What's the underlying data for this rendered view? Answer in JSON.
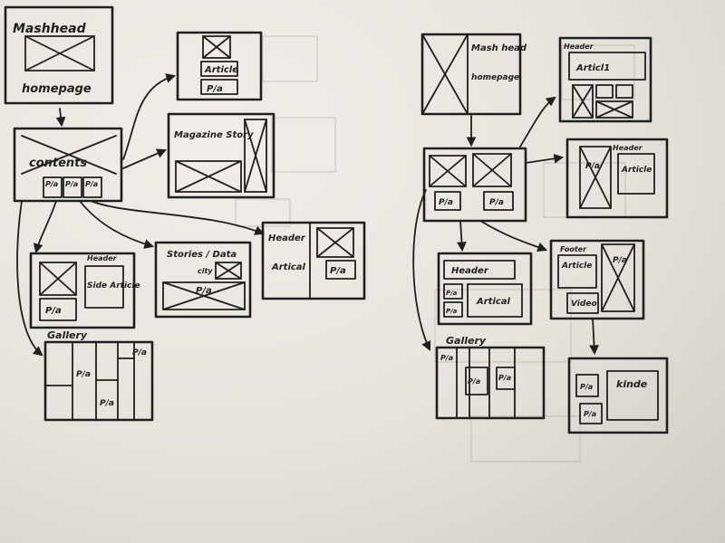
{
  "left_flow": {
    "homepage": {
      "title": "Mashhead",
      "subtitle": "homepage"
    },
    "contents": {
      "label": "contents",
      "pa_tags": [
        "P/a",
        "P/a",
        "P/a"
      ]
    },
    "top_card": {
      "article_label": "Article",
      "pa_label": "P/a"
    },
    "magazine_story": {
      "label": "Magazine Story"
    },
    "header_article": {
      "header": "Header",
      "article": "Artical",
      "pa": "P/a"
    },
    "side_article": {
      "header": "Header",
      "body": "Side Article",
      "pa": "P/a"
    },
    "stories_data": {
      "title": "Stories / Data",
      "sub": "city",
      "pa": "P/a"
    },
    "gallery": {
      "title": "Gallery",
      "pa_tags": [
        "P/a",
        "P/a",
        "P/a"
      ]
    }
  },
  "right_flow": {
    "homepage": {
      "title": "Mash head",
      "subtitle": "homepage"
    },
    "header_article": {
      "header": "Header",
      "article": "Articl1"
    },
    "contents": {
      "pa_tags": [
        "P/a",
        "P/a"
      ]
    },
    "header_article2": {
      "header": "Header",
      "pa": "P/a",
      "article": "Article"
    },
    "header_pa": {
      "header": "Header",
      "pa_tags": [
        "P/a",
        "P/a"
      ],
      "article": "Artical"
    },
    "footer_video": {
      "header": "Footer",
      "article": "Article",
      "pa": "P/a",
      "video": "Video"
    },
    "gallery": {
      "title": "Gallery",
      "pa_tags": [
        "P/a",
        "P/a",
        "P/a"
      ]
    },
    "kinde": {
      "label": "kinde",
      "pa_tags": [
        "P/a",
        "P/a"
      ]
    }
  }
}
